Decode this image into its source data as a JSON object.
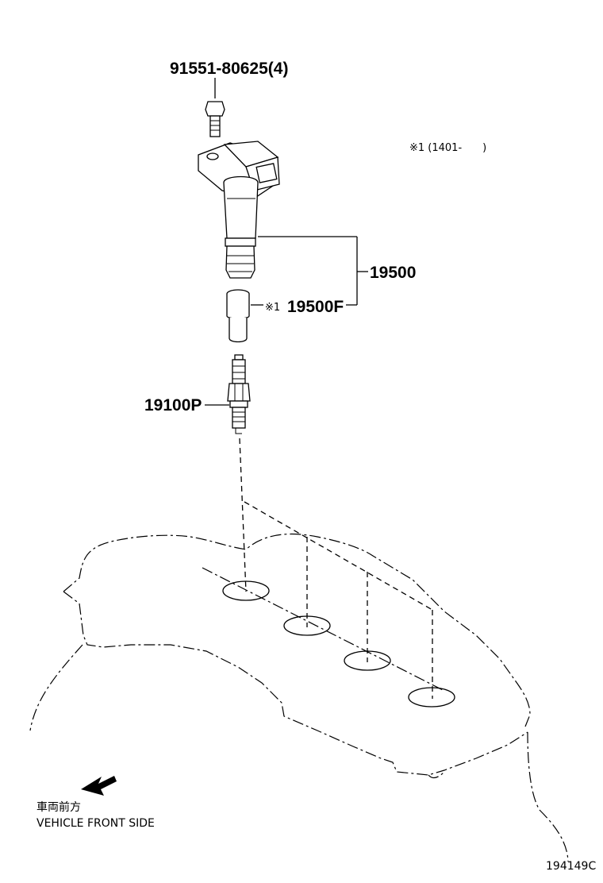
{
  "callouts": {
    "bolt": "91551-80625(4)",
    "coil": "19500",
    "boot_marker": "※1",
    "boot": "19500F",
    "plug": "19100P"
  },
  "footnote": "※1 (1401-　　)",
  "front_side": {
    "jp": "車両前方",
    "en": "VEHICLE FRONT SIDE"
  },
  "illustration_id": "194149C"
}
